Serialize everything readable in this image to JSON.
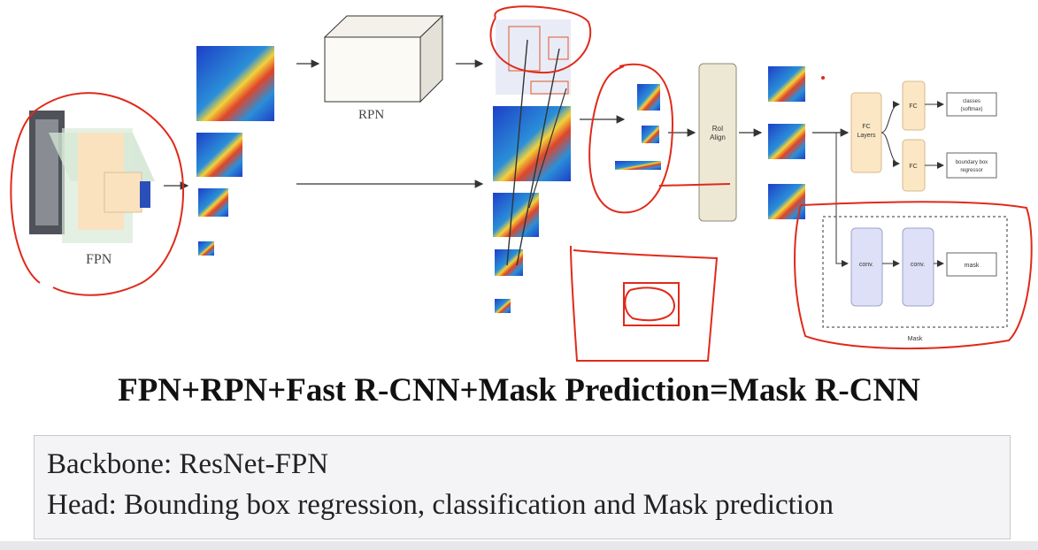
{
  "diagram": {
    "fpn_label": "FPN",
    "rpn_label": "RPN",
    "roi_align_label_1": "RoI",
    "roi_align_label_2": "Align",
    "fc_layers_label_1": "FC",
    "fc_layers_label_2": "Layers",
    "fc_top_label": "FC",
    "fc_bottom_label": "FC",
    "classes_label_1": "classes",
    "classes_label_2": "(softmax)",
    "bbox_label_1": "boundary box",
    "bbox_label_2": "regressor",
    "conv1_label": "conv.",
    "conv2_label": "conv.",
    "mask_out_label": "mask",
    "mask_branch_label": "Mask"
  },
  "formula": {
    "text": "FPN+RPN+Fast R-CNN+Mask Prediction=Mask R-CNN"
  },
  "summary": {
    "backbone": "Backbone: ResNet-FPN",
    "head": "Head: Bounding box regression, classification and Mask prediction"
  },
  "colors": {
    "annotation": "#e02a1a",
    "heat_blue": "#1a3fbf",
    "fc_fill": "#fbe7c4",
    "conv_fill": "#dde0f6",
    "roi_fill": "#ece8d4"
  }
}
